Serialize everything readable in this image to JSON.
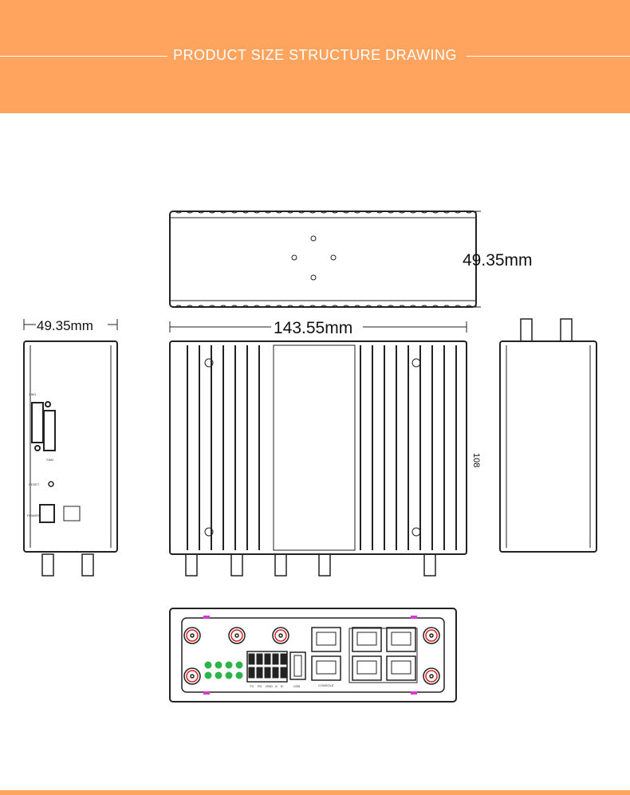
{
  "header": {
    "title": "PRODUCT SIZE STRUCTURE DRAWING"
  },
  "dimensions": {
    "top_height": "49.35mm",
    "side_width": "49.35mm",
    "front_width": "143.55mm",
    "front_height": "108"
  },
  "front_panel": {
    "serial_labels": [
      "TX",
      "RX",
      "GND",
      "A",
      "B"
    ],
    "usb_label": "USB",
    "console_label": "CONSOLE"
  },
  "side_panel": {
    "sim1_label": "SIM1",
    "sim2_label": "SIM2",
    "reset_label": "RESET",
    "power_label": "POWER"
  },
  "colors": {
    "accent": "#FFA45E",
    "led": "#2db34a",
    "marker": "#d23cd2",
    "rf": "#d22"
  }
}
